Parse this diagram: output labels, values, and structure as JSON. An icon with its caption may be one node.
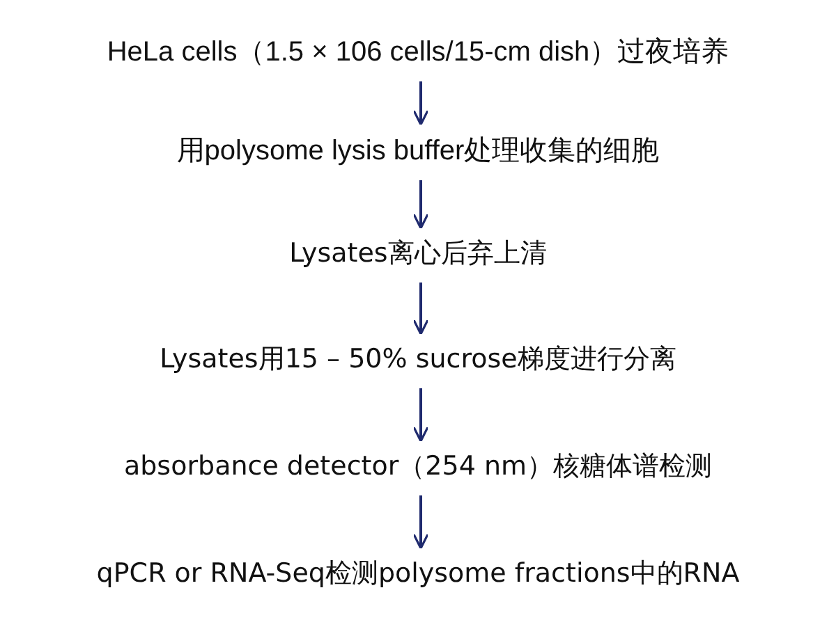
{
  "diagram": {
    "nodes": [
      {
        "text": [
          "HeLa cells（1.5 × 106 cells/15-cm dish）过夜培养"
        ]
      },
      {
        "text": [
          "用polysome lysis buffer处理收集的细胞"
        ]
      },
      {
        "text": [
          "Lysates离心后弃上清"
        ]
      },
      {
        "text": [
          "Lysates用15 – 50% sucrose梯度进行分离"
        ]
      },
      {
        "text": [
          "absorbance detector（254 nm）核糖体谱检测"
        ]
      },
      {
        "text": [
          "qPCR or RNA-Seq检测polysome fractions中的RNA"
        ]
      }
    ],
    "edges": [
      {
        "from": 0,
        "to": 1,
        "arrow": "to"
      },
      {
        "from": 1,
        "to": 2,
        "arrow": "to"
      },
      {
        "from": 2,
        "to": 3,
        "arrow": "to"
      },
      {
        "from": 3,
        "to": 4,
        "arrow": "to"
      },
      {
        "from": 4,
        "to": 5,
        "arrow": "to"
      }
    ]
  }
}
